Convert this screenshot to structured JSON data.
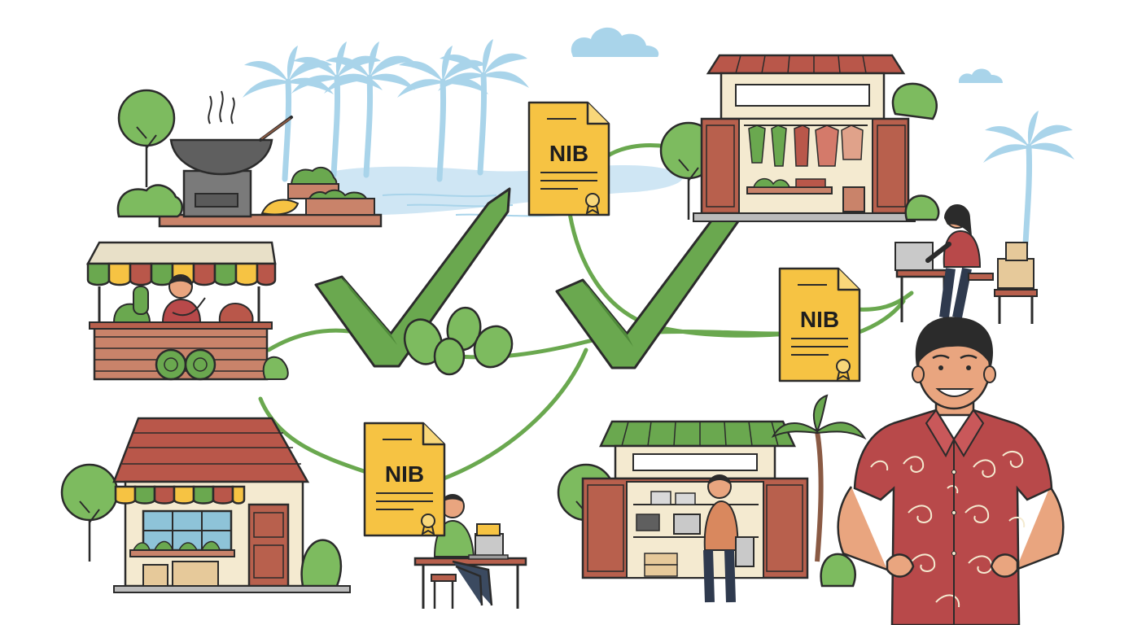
{
  "documents": [
    {
      "label": "NIB"
    },
    {
      "label": "NIB"
    },
    {
      "label": "NIB"
    }
  ],
  "colors": {
    "outline": "#2b2b2b",
    "vine_green": "#6aa84f",
    "check_green": "#5fa14d",
    "document_yellow": "#f6c343",
    "roof_red": "#b9574a",
    "wood_brown": "#b8604d",
    "sky_blue": "#a9d4ea",
    "tree_green": "#7dbb5f",
    "shirt_red": "#b8494a",
    "skin": "#e9a57f"
  },
  "icons": [
    "wok-icon",
    "palm-tree-icon",
    "cloud-icon",
    "laptop-icon",
    "checkmark-icon",
    "document-icon",
    "seal-icon"
  ]
}
